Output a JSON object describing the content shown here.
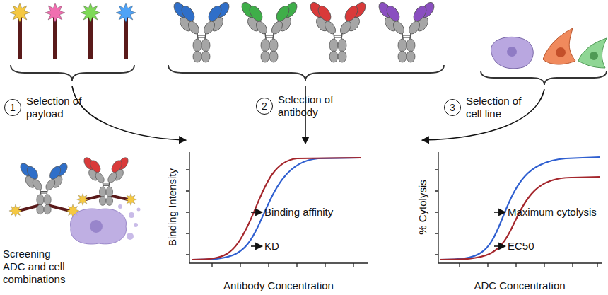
{
  "diagram": {
    "nodes": [
      {
        "text": [
          "1",
          "Selection of payload"
        ]
      },
      {
        "text": [
          "2",
          "Selection of antibody"
        ]
      },
      {
        "text": [
          "3",
          "Selection of cell line"
        ]
      }
    ],
    "labels": [
      "Screening ADC and cell combinations",
      "Binding Intensity",
      "Antibody Concentration",
      "Binding affinity",
      "KD",
      "% Cytolysis",
      "ADC Concentration",
      "Maximum cytolysis",
      "EC50"
    ]
  }
}
